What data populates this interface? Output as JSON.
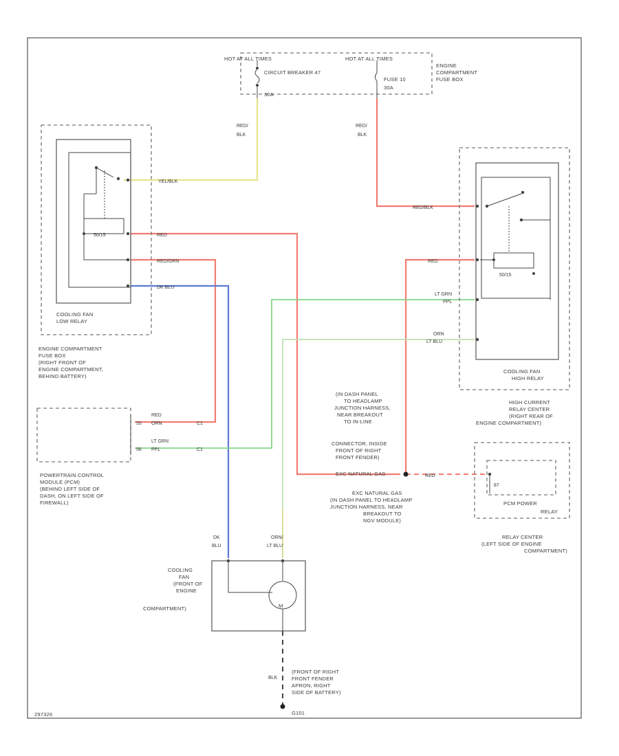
{
  "page_code": "297326",
  "top": {
    "hot_left": "HOT AT ALL TIMES",
    "hot_right": "HOT AT ALL TIMES",
    "cb_name": "CIRCUIT BREAKER 47",
    "cb_amp": "30A",
    "fuse_name": "FUSE 10",
    "fuse_amp": "30A",
    "fuse_box": [
      "ENGINE",
      "COMPARTMENT",
      "FUSE BOX"
    ]
  },
  "low_relay": {
    "name": [
      "COOLING FAN",
      "LOW RELAY"
    ],
    "location": [
      "ENGINE COMPARTMENT",
      "FUSE BOX",
      "(RIGHT FRONT OF",
      "ENGINE COMPARTMENT,",
      "BEHIND BATTERY)"
    ],
    "coil_label": "50/15",
    "w_in_top": "RED/",
    "w_in_bot": "BLK",
    "w_yelblk": "YEL/BLK",
    "w_red": "RED",
    "w_redgrn": "RED/GRN",
    "w_dkblu": "DK BLU"
  },
  "high_relay": {
    "name": [
      "COOLING FAN",
      "HIGH RELAY"
    ],
    "location": [
      "HIGH CURRENT",
      "RELAY CENTER",
      "(RIGHT REAR OF",
      "ENGINE COMPARTMENT)"
    ],
    "coil_label": "50/15",
    "w_in_top": "RED/",
    "w_in_bot": "BLK",
    "w_redblk": "RED/BLK",
    "w_red": "RED",
    "w_ltgrn": "LT GRN",
    "w_ppl": "PPL",
    "w_orn": "ORN",
    "w_ltblu": "LT BLU"
  },
  "pcm": {
    "pin1": "55",
    "pin2": "56",
    "red": "RED",
    "orn": "ORN",
    "ltgrn": "LT GRN",
    "ppl": "PPL",
    "c1": "C1",
    "c2": "C1",
    "label": [
      "POWERTRAIN CONTROL",
      "MODULE (PCM)",
      "(BEHIND LEFT SIDE OF",
      "DASH, ON LEFT SIDE OF",
      "FIREWALL)"
    ]
  },
  "splice": {
    "note1": [
      "(IN DASH PANEL",
      "TO HEADLAMP",
      "JUNCTION HARNESS,",
      "NEAR BREAKOUT",
      "TO IN-LINE",
      "CONNECTOR, INSIDE",
      "FRONT OF RIGHT",
      "FRONT FENDER)"
    ],
    "label": "EXC NATURAL GAS",
    "red": "RED",
    "note2": [
      "EXC NATURAL GAS",
      "(IN DASH PANEL TO HEADLAMP",
      "JUNCTION HARNESS, NEAR",
      "BREAKOUT TO",
      "NGV MODULE)"
    ]
  },
  "pcm_relay": {
    "pin": "87",
    "label": [
      "PCM POWER",
      "RELAY"
    ],
    "location": [
      "RELAY CENTER",
      "(LEFT SIDE OF ENGINE",
      "COMPARTMENT)"
    ]
  },
  "fan": {
    "w_dk": "DK",
    "w_blu": "BLU",
    "w_orn": "ORN/",
    "w_ltblu": "LT BLU",
    "label": [
      "COOLING",
      "FAN",
      "(FRONT OF",
      "ENGINE",
      "COMPARTMENT)"
    ],
    "m_label": "M"
  },
  "ground": {
    "wire": "BLK",
    "label": [
      "(FRONT OF RIGHT",
      "FRONT FENDER",
      "APRON, RIGHT",
      "SIDE OF BATTERY)"
    ],
    "id": "G101"
  },
  "colors": {
    "yelblk": "#e4e48a",
    "red": "#f27b70",
    "redgrn": "#f27b70",
    "dkblu": "#5a78d6",
    "ltgrn": "#86d688",
    "ornltblu": "#bfe0b2",
    "ornfan": "#dcdc90"
  }
}
